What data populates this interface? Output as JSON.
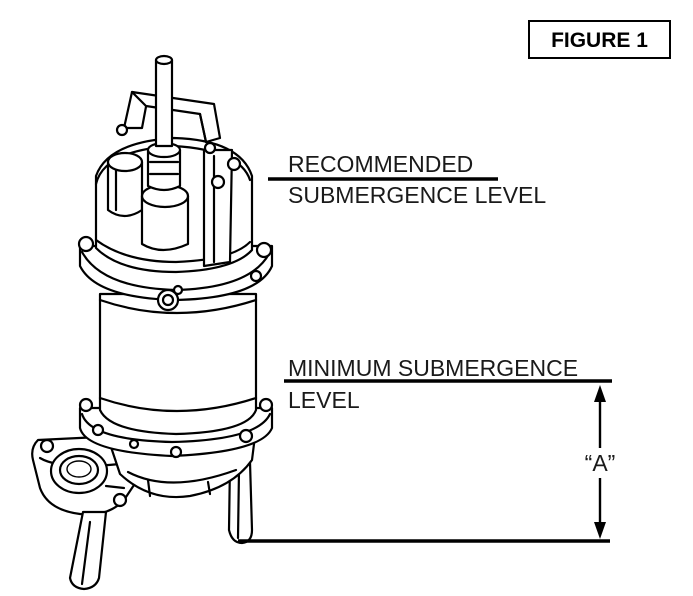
{
  "figure_label": "FIGURE 1",
  "labels": {
    "recommended_line1": "RECOMMENDED",
    "recommended_line2": "SUBMERGENCE LEVEL",
    "minimum_line1": "MINIMUM SUBMERGENCE",
    "minimum_line2": "LEVEL",
    "dimension": "“A”"
  }
}
